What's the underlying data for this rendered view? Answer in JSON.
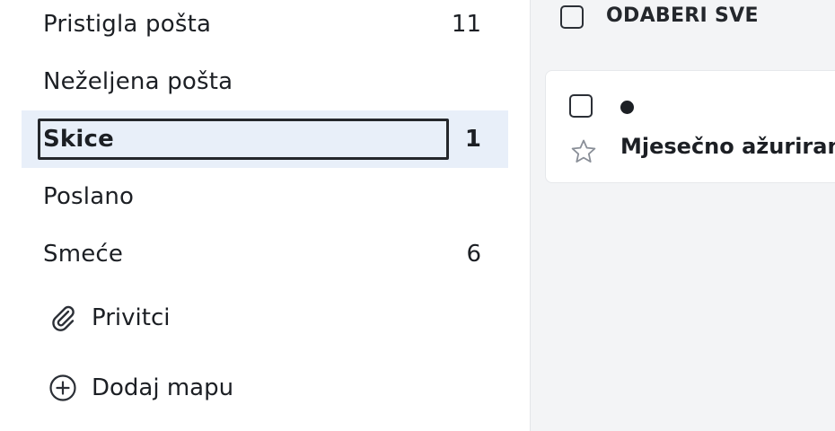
{
  "sidebar": {
    "folders": [
      {
        "label": "Pristigla pošta",
        "count": "11"
      },
      {
        "label": "Neželjena pošta",
        "count": ""
      },
      {
        "label": "Skice",
        "count": "1"
      },
      {
        "label": "Poslano",
        "count": ""
      },
      {
        "label": "Smeće",
        "count": "6"
      }
    ],
    "attachments_label": "Privitci",
    "add_folder_label": "Dodaj mapu"
  },
  "toolbar": {
    "select_all_label": "ODABERI SVE"
  },
  "message": {
    "subject": "Mjesečno ažuriranj"
  },
  "colors": {
    "active_folder_bg": "#e8eff9",
    "content_bg": "#f3f4f6"
  }
}
